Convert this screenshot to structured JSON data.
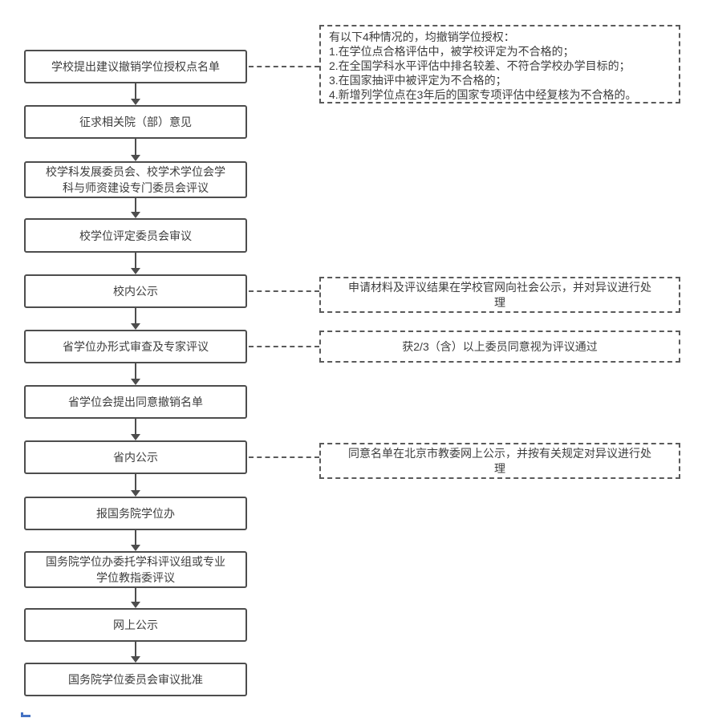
{
  "diagram": {
    "type": "flowchart",
    "topic": "撤销学位授权点审批流程"
  },
  "colors": {
    "box_border": "#4d4d4d",
    "dashed_border": "#5a5a5a",
    "text": "#3d3d3d",
    "artifact_blue": "#4472c4",
    "background": "#ffffff"
  },
  "flow": {
    "steps": [
      {
        "label": "学校提出建议撤销学位授权点名单"
      },
      {
        "label": "征求相关院（部）意见"
      },
      {
        "label": "校学科发展委员会、校学术学位会学科与师资建设专门委员会评议"
      },
      {
        "label": "校学位评定委员会审议"
      },
      {
        "label": "校内公示"
      },
      {
        "label": "省学位办形式审查及专家评议"
      },
      {
        "label": "省学位会提出同意撤销名单"
      },
      {
        "label": "省内公示"
      },
      {
        "label": "报国务院学位办"
      },
      {
        "label": "国务院学位办委托学科评议组或专业学位教指委评议"
      },
      {
        "label": "网上公示"
      },
      {
        "label": "国务院学位委员会审议批准"
      }
    ]
  },
  "annotations": [
    {
      "lines": [
        "有以下4种情况的，均撤销学位授权：",
        "1.在学位点合格评估中，被学校评定为不合格的；",
        "2.在全国学科水平评估中排名较差、不符合学校办学目标的；",
        "3.在国家抽评中被评定为不合格的；",
        "4.新增列学位点在3年后的国家专项评估中经复核为不合格的。"
      ]
    },
    {
      "text": "申请材料及评议结果在学校官网向社会公示，并对异议进行处理"
    },
    {
      "text": "获2/3（含）以上委员同意视为评议通过"
    },
    {
      "text": "同意名单在北京市教委网上公示，并按有关规定对异议进行处理"
    }
  ]
}
